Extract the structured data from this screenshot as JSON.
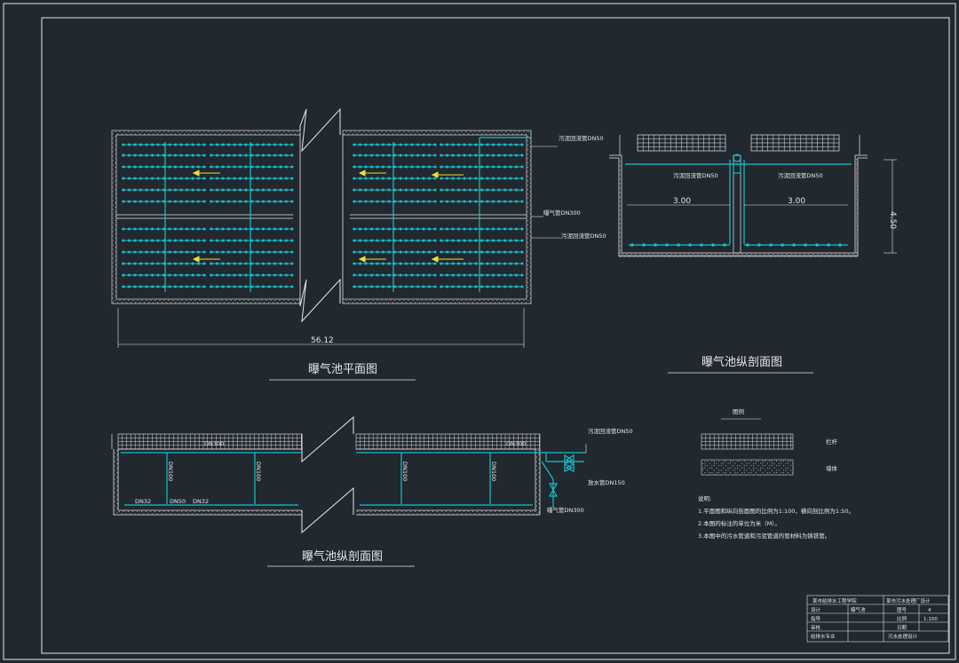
{
  "colors": {
    "background": "#212830",
    "line": "#e6e6e6",
    "pipe": "#17c1c9",
    "arrow": "#e8e23a",
    "hatch": "#c9c9c9"
  },
  "plan": {
    "title": "曝气池平面图",
    "dimension": "56.12",
    "labels": {
      "return_pipe": "污泥回流管DN50",
      "air_pipe": "曝气管DN300",
      "sludge_pipe": "污泥回流管DN50"
    }
  },
  "cross_section": {
    "title": "曝气池纵剖面图",
    "left_pipe": "污泥回流管DN50",
    "right_pipe": "污泥回流管DN50",
    "width_left": "3.00",
    "width_right": "3.00",
    "height": "4.50"
  },
  "long_section": {
    "title": "曝气池纵剖面图",
    "dn300_left": "DN300",
    "dn300_right": "DN300",
    "dn100_labels": [
      "DN100",
      "DN100",
      "DN100",
      "DN100"
    ],
    "dn32_a": "DN32",
    "dn50": "DN50",
    "dn32_b": "DN32",
    "sludge_pipe": "污泥回流管DN50",
    "drain_pipe": "放水管DN150",
    "air_pipe": "曝气管DN300"
  },
  "legend": {
    "title": "图例",
    "items": [
      "栏杆",
      "墙体"
    ]
  },
  "notes": {
    "heading": "说明:",
    "lines": [
      "1.平面图和纵向剖面图的比例为1:100，横向剖比例为1:50。",
      "2.本图的标注的单位为米（M）。",
      "3.本图中的污水管道和污泥管道的管材料为铸铁管。"
    ]
  },
  "title_block": {
    "school": "某市给排水工程学院",
    "project": "某市污水处理厂设计",
    "drawing": "曝气池",
    "rows_left": [
      "设计",
      "指导",
      "审核",
      "给排水专业"
    ],
    "rows_right": [
      "图号",
      "比例",
      "日期",
      "污水处理设计"
    ],
    "sheet_no": "4",
    "scale": "1:100"
  }
}
